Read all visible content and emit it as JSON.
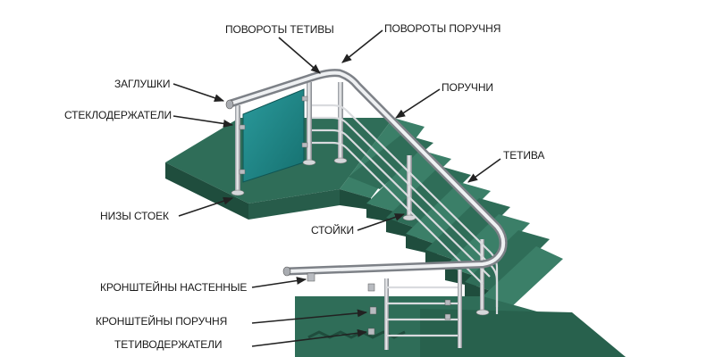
{
  "diagram": {
    "labels": {
      "stringer_turns": "ПОВОРОТЫ ТЕТИВЫ",
      "handrail_turns": "ПОВОРОТЫ ПОРУЧНЯ",
      "end_caps": "ЗАГЛУШКИ",
      "handrails": "ПОРУЧНИ",
      "glass_holders": "СТЕКЛОДЕРЖАТЕЛИ",
      "stringer": "ТЕТИВА",
      "post_bases": "НИЗЫ СТОЕК",
      "posts": "СТОЙКИ",
      "wall_brackets": "КРОНШТЕЙНЫ НАСТЕННЫЕ",
      "handrail_brackets": "КРОНШТЕЙНЫ ПОРУЧНЯ",
      "stringer_holders": "ТЕТИВОДЕРЖАТЕЛИ"
    },
    "colors": {
      "stair": "#2f6d58",
      "stair_dark": "#1f4d3d",
      "stair_light": "#3b7f68",
      "glass": "#1f8a8c",
      "metal": "#c9ccd0",
      "text": "#1a1a1a"
    }
  }
}
